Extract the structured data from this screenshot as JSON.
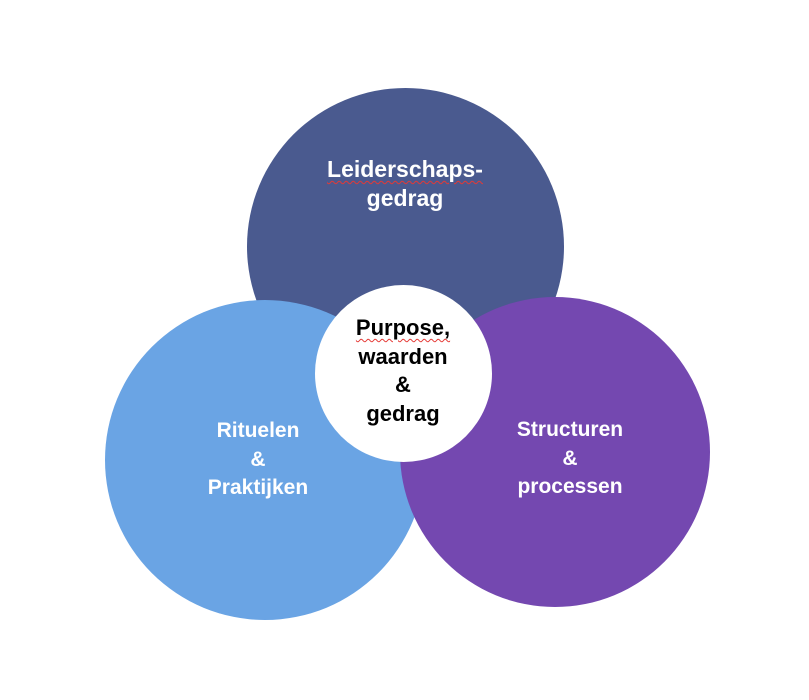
{
  "colors": {
    "leadership": "#4a5a8f",
    "rituals": "#6aa4e4",
    "structures": "#7448b0",
    "core": "#ffffff",
    "text_light": "#ffffff",
    "text_dark": "#000000",
    "spellcheck_underline": "#e53935"
  },
  "circles": {
    "top": {
      "line1": "Leiderschaps-",
      "line2": "gedrag"
    },
    "left": {
      "line1": "Rituelen",
      "line2": "&",
      "line3": "Praktijken"
    },
    "right": {
      "line1": "Structuren",
      "line2": "&",
      "line3": "processen"
    },
    "center": {
      "line1": "Purpose,",
      "line2": "waarden",
      "line3": "&",
      "line4": "gedrag"
    }
  }
}
